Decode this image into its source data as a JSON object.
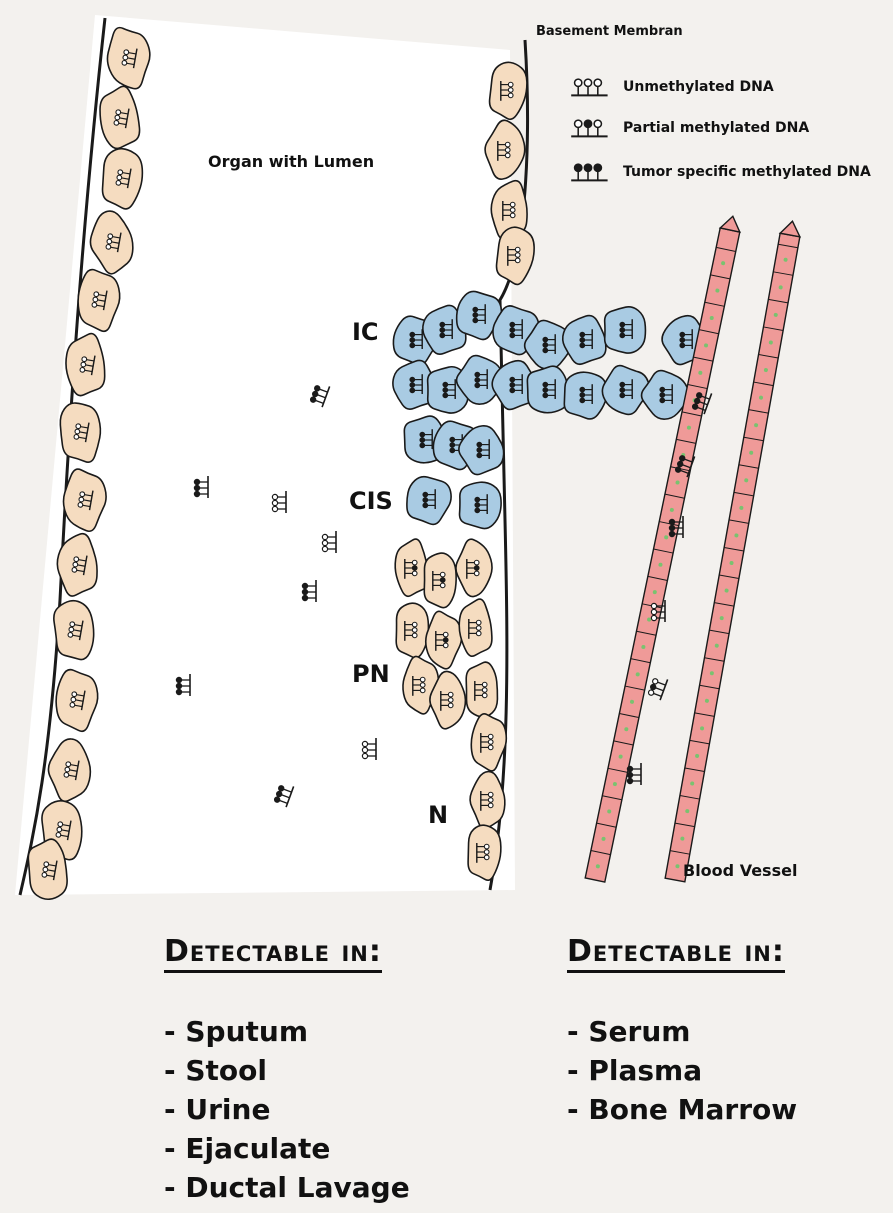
{
  "labels": {
    "basement_membrane": "Basement Membran",
    "organ_lumen": "Organ with Lumen",
    "blood_vessel": "Blood Vessel",
    "stage_ic": "IC",
    "stage_cis": "CIS",
    "stage_pn": "PN",
    "stage_n": "N"
  },
  "legend": [
    {
      "pattern": "ooo",
      "label": "Unmethylated DNA"
    },
    {
      "pattern": "omo",
      "label": "Partial methylated DNA"
    },
    {
      "pattern": "mmm",
      "label": "Tumor specific methylated DNA"
    }
  ],
  "left_column": {
    "heading": "Detectable in:",
    "items": [
      "Sputum",
      "Stool",
      "Urine",
      "Ejaculate",
      "Ductal Lavage"
    ]
  },
  "right_column": {
    "heading": "Detectable in:",
    "items": [
      "Serum",
      "Plasma",
      "Bone Marrow"
    ]
  },
  "colors": {
    "normal_cell": "#f5dcc0",
    "tumor_cell": "#a9cbe3",
    "vessel_wall": "#ef9a98",
    "vessel_dot": "#7ac26f",
    "outline": "#1a1a1a",
    "background": "#f3f1ee"
  }
}
